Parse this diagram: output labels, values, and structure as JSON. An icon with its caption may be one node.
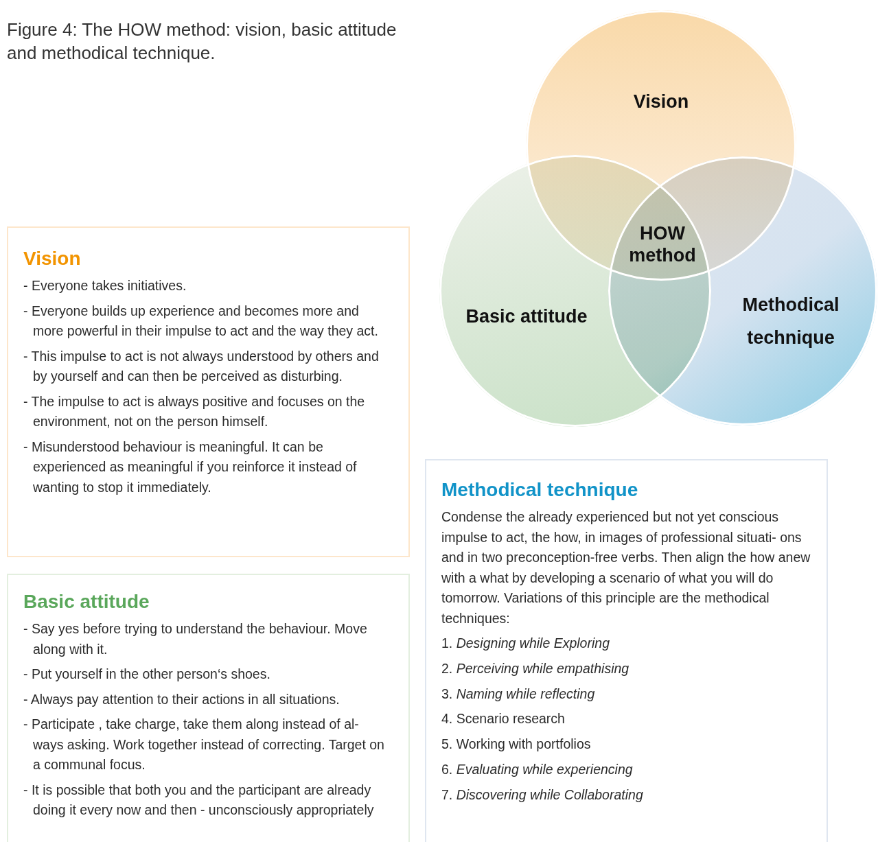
{
  "diagram": {
    "title": "Figure 4: The HOW method: vision, basic attitude and methodical technique.",
    "nodes": [
      {
        "text": [
          "Vision"
        ]
      },
      {
        "text": [
          "Basic attitude"
        ]
      },
      {
        "text": [
          "Methodical technique"
        ]
      },
      {
        "text": [
          "HOW method"
        ]
      },
      {
        "text": [
          "Vision",
          "- Everyone takes initiatives.",
          "- Everyone builds up experience and becomes more and more powerful in their impulse to act and the way they act.",
          "- This impulse to act is not always understood by others and by yourself and can then be perceived as disturbing.",
          "- The impulse to act is always positive and focuses on the environment, not on the person himself.",
          "- Misunderstood behaviour is meaningful. It can be experienced as meaningful if you reinforce it instead of wanting to stop it immediately."
        ]
      },
      {
        "text": [
          "Basic attitude",
          "- Say yes before trying to understand the behaviour. Move along with it.",
          "- Put yourself in the other person‘s shoes.",
          "- Always pay attention to their actions in all situations.",
          "- Participate , take charge, take them along instead of al- ways asking. Work together instead of correcting. Target on a communal focus.",
          "- It is possible that both you and the participant are already doing it every now and then - unconsciously appropriately"
        ]
      },
      {
        "text": [
          "Methodical technique",
          "Condense the already experienced but not yet conscious impulse to act, the how, in images of professional situati- ons and in two preconception-free verbs. Then align the how anew with a what by developing a scenario of what you will do tomorrow. Variations of this principle are the methodical techniques:",
          "1. *Designing while Exploring*",
          "2. *Perceiving while empathising*",
          "3. *Naming while reflecting*",
          "4. Scenario research",
          "5. Working with portfolios",
          "6. *Evaluating while experiencing*",
          "7. *Discovering while Collaborating*"
        ]
      }
    ]
  }
}
